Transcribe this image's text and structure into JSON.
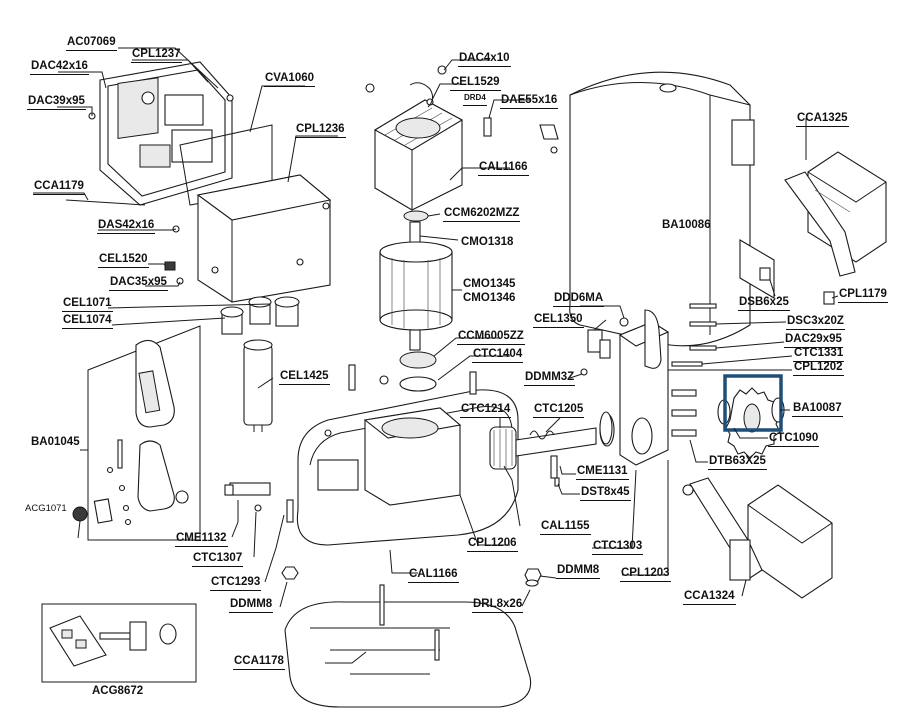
{
  "labels": {
    "AC07069": "AC07069",
    "CPL1237": "CPL1237",
    "DAC42x16": "DAC42x16",
    "DAC39x95": "DAC39x95",
    "CVA1060": "CVA1060",
    "CPL1236": "CPL1236",
    "CCA1179": "CCA1179",
    "DAS42x16": "DAS42x16",
    "CEL1520": "CEL1520",
    "DAC35x95": "DAC35x95",
    "CEL1071": "CEL1071",
    "CEL1074": "CEL1074",
    "BA01045": "BA01045",
    "ACG1071": "ACG1071",
    "CME1132": "CME1132",
    "CTC1307": "CTC1307",
    "CTC1293": "CTC1293",
    "DDMM8_left": "DDMM8",
    "ACG8672": "ACG8672",
    "CCA1178": "CCA1178",
    "CAL1166_bottom": "CAL1166",
    "DAC4x10": "DAC4x10",
    "CEL1529": "CEL1529",
    "DRD4": "DRD4",
    "DAE55x16": "DAE55x16",
    "CAL1166_top": "CAL1166",
    "CCM6202MZZ": "CCM6202MZZ",
    "CMO1318": "CMO1318",
    "CMO1345": "CMO1345",
    "CMO1346": "CMO1346",
    "CCM6005ZZ": "CCM6005ZZ",
    "CTC1404": "CTC1404",
    "CEL1425": "CEL1425",
    "CTC1214": "CTC1214",
    "CTC1205": "CTC1205",
    "CME1131": "CME1131",
    "DST8x45": "DST8x45",
    "CAL1155": "CAL1155",
    "CPL1206": "CPL1206",
    "CTC1303": "CTC1303",
    "DDMM8_mid": "DDMM8",
    "DRL8x26": "DRL8x26",
    "CPL1203": "CPL1203",
    "CCA1324": "CCA1324",
    "BA10086": "BA10086",
    "CCA1325": "CCA1325",
    "DDD6MA": "DDD6MA",
    "DSB6x25": "DSB6x25",
    "CPL1179": "CPL1179",
    "CEL1350": "CEL1350",
    "DSC3x20Z": "DSC3x20Z",
    "DAC29x95": "DAC29x95",
    "CTC1331": "CTC1331",
    "CPL1202": "CPL1202",
    "DDMM3Z": "DDMM3Z",
    "BA10087": "BA10087",
    "CTC1090": "CTC1090",
    "DTB63X25": "DTB63X25"
  },
  "highlight_color": "#1f4e79"
}
